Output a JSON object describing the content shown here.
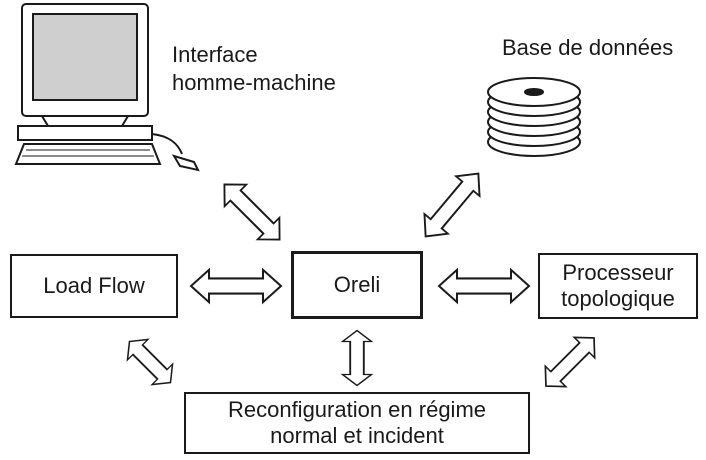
{
  "labels": {
    "hmi_line1": "Interface",
    "hmi_line2": "homme-machine",
    "database": "Base de données"
  },
  "boxes": {
    "load_flow": "Load Flow",
    "oreli": "Oreli",
    "processor_line1": "Processeur",
    "processor_line2": "topologique",
    "reconfig_line1": "Reconfiguration en régime",
    "reconfig_line2": "normal et incident"
  },
  "icons": {
    "computer": "computer-icon",
    "database": "database-icon"
  },
  "colors": {
    "ink": "#1a1a1a",
    "screen": "#cfcfcf",
    "paper": "#ffffff"
  }
}
